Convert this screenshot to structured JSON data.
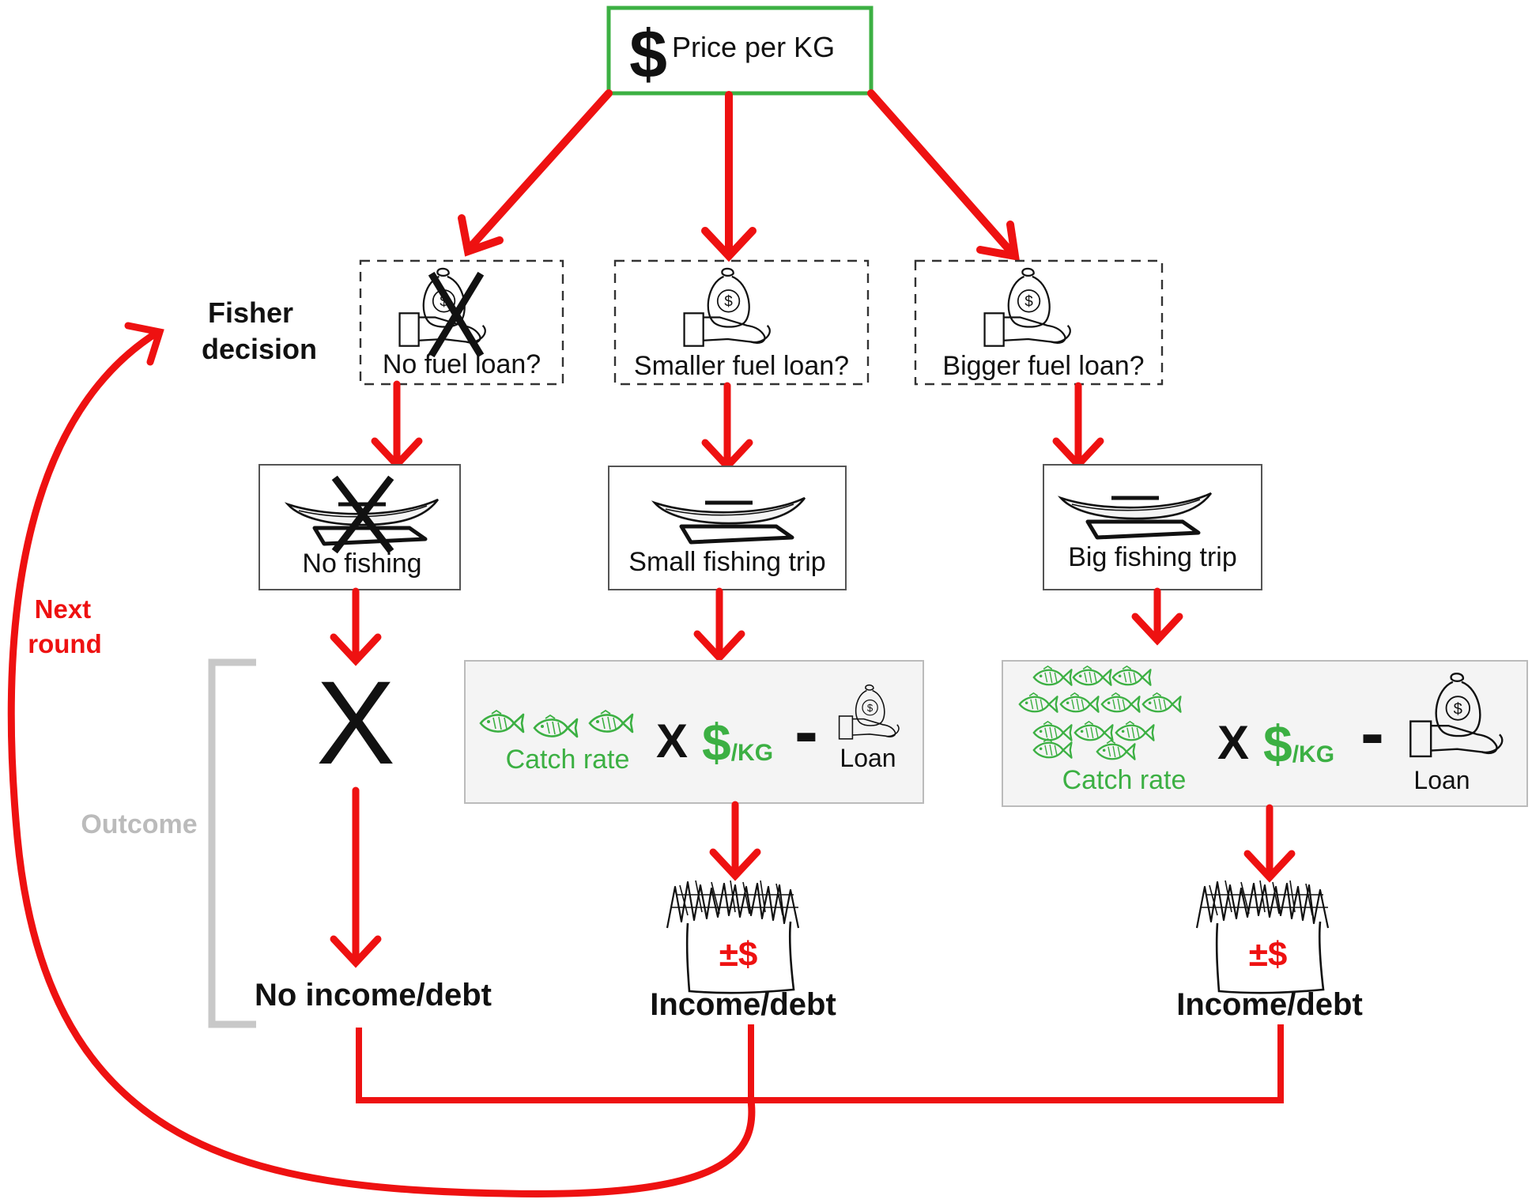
{
  "top": {
    "symbol": "$",
    "label": "Price per KG"
  },
  "side": {
    "decision": [
      "Fisher",
      "decision"
    ],
    "next_round": [
      "Next",
      "round"
    ],
    "outcome": "Outcome"
  },
  "decisions": {
    "none": "No fuel loan?",
    "small": "Smaller fuel loan?",
    "big": "Bigger fuel loan?"
  },
  "trips": {
    "none": "No fishing",
    "small": "Small fishing trip",
    "big": "Big fishing trip"
  },
  "formula": {
    "catch": "Catch rate",
    "times": "X",
    "price_symbol": "$",
    "price_unit": "/KG",
    "minus": "-",
    "loan": "Loan",
    "dollar": "$"
  },
  "no_outcome": "X",
  "balance": "±$",
  "results": {
    "none": "No income/debt",
    "small": "Income/debt",
    "big": "Income/debt"
  },
  "colors": {
    "arrow": "#ee1111",
    "green": "#3cb043",
    "grey": "#bbbbbb",
    "border": "#555555"
  }
}
